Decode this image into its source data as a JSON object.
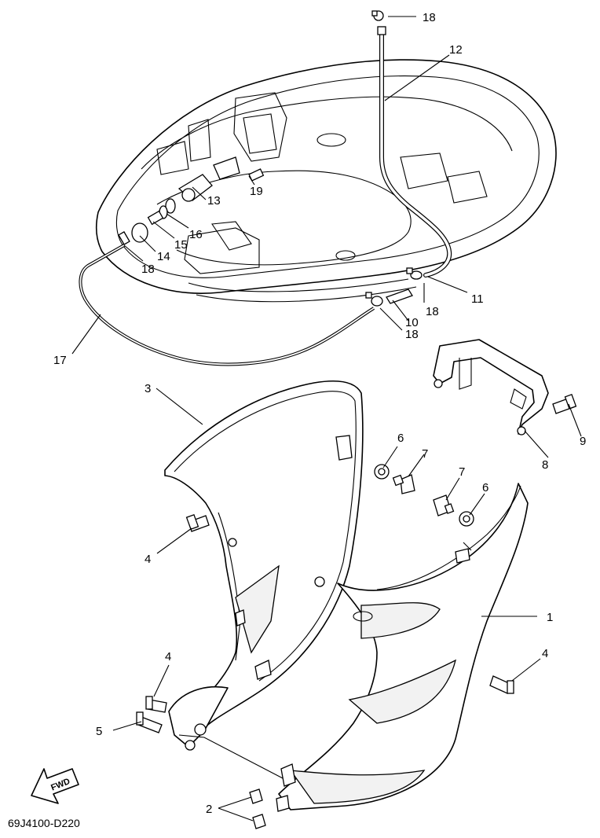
{
  "diagram": {
    "drawing_code": "69J4100-D220",
    "direction_label": "FWD",
    "callouts": [
      "1",
      "2",
      "3",
      "4",
      "4",
      "4",
      "5",
      "6",
      "6",
      "7",
      "7",
      "8",
      "9",
      "10",
      "11",
      "12",
      "13",
      "14",
      "15",
      "16",
      "17",
      "18",
      "18",
      "18",
      "18",
      "19"
    ]
  }
}
